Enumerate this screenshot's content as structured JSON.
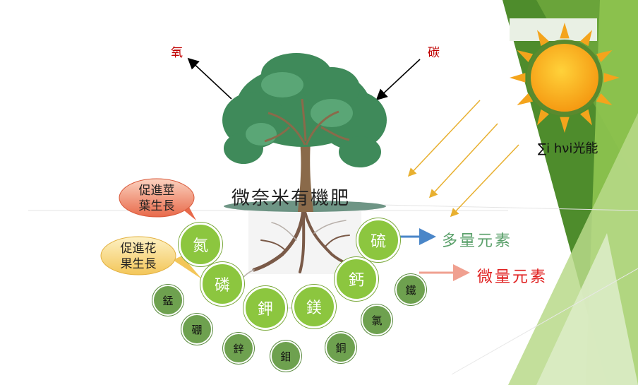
{
  "gases": {
    "oxygen": "氧",
    "carbon": "碳"
  },
  "sun_label": "∑i hνi光能",
  "title": "微奈米有機肥",
  "bubbles": [
    {
      "line1": "促進莖",
      "line2": "葉生長"
    },
    {
      "line1": "促進花",
      "line2": "果生長"
    }
  ],
  "macro_elements": [
    "氮",
    "磷",
    "鉀",
    "鎂",
    "鈣",
    "硫"
  ],
  "micro_elements": [
    "錳",
    "硼",
    "鋅",
    "鉬",
    "銅",
    "氯",
    "鐵"
  ],
  "legend": {
    "macro": "多量元素",
    "micro": "微量元素"
  },
  "colors": {
    "macro_green": "#8cc63f",
    "micro_green": "#6ea14f",
    "macro_arrow": "#4a86c8",
    "micro_arrow": "#f0a090",
    "legend_macro_text": "#5aa06a",
    "legend_micro_text": "#e02020",
    "gas_text": "#c00000"
  }
}
